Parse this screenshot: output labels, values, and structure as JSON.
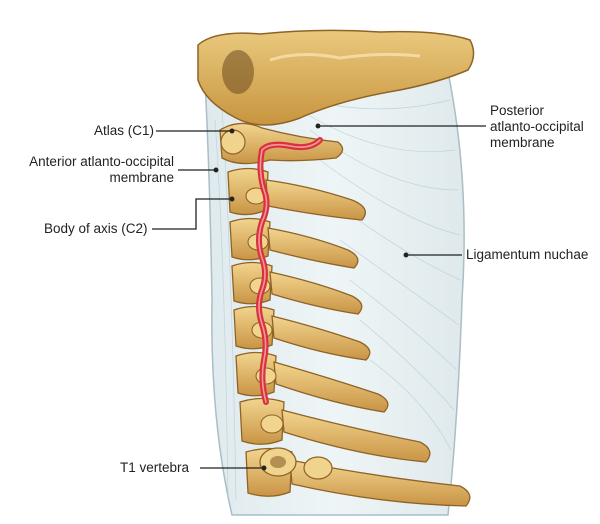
{
  "labels": {
    "atlas": "Atlas (C1)",
    "anterior_line1": "Anterior atlanto-occipital",
    "anterior_line2": "membrane",
    "axis": "Body of axis (C2)",
    "posterior_line1": "Posterior",
    "posterior_line2": "atlanto-occipital",
    "posterior_line3": "membrane",
    "ligamentum": "Ligamentum nuchae",
    "t1": "T1 vertebra"
  },
  "colors": {
    "bone": "#e3bb6c",
    "bone_shadow": "#b0813a",
    "bone_highlight": "#f4dca0",
    "ligament": "#e4eef0",
    "ligament_stroke": "#a9bec6",
    "artery": "#d8323c",
    "artery_highlight": "#f7a2a6",
    "leader": "#222222"
  }
}
